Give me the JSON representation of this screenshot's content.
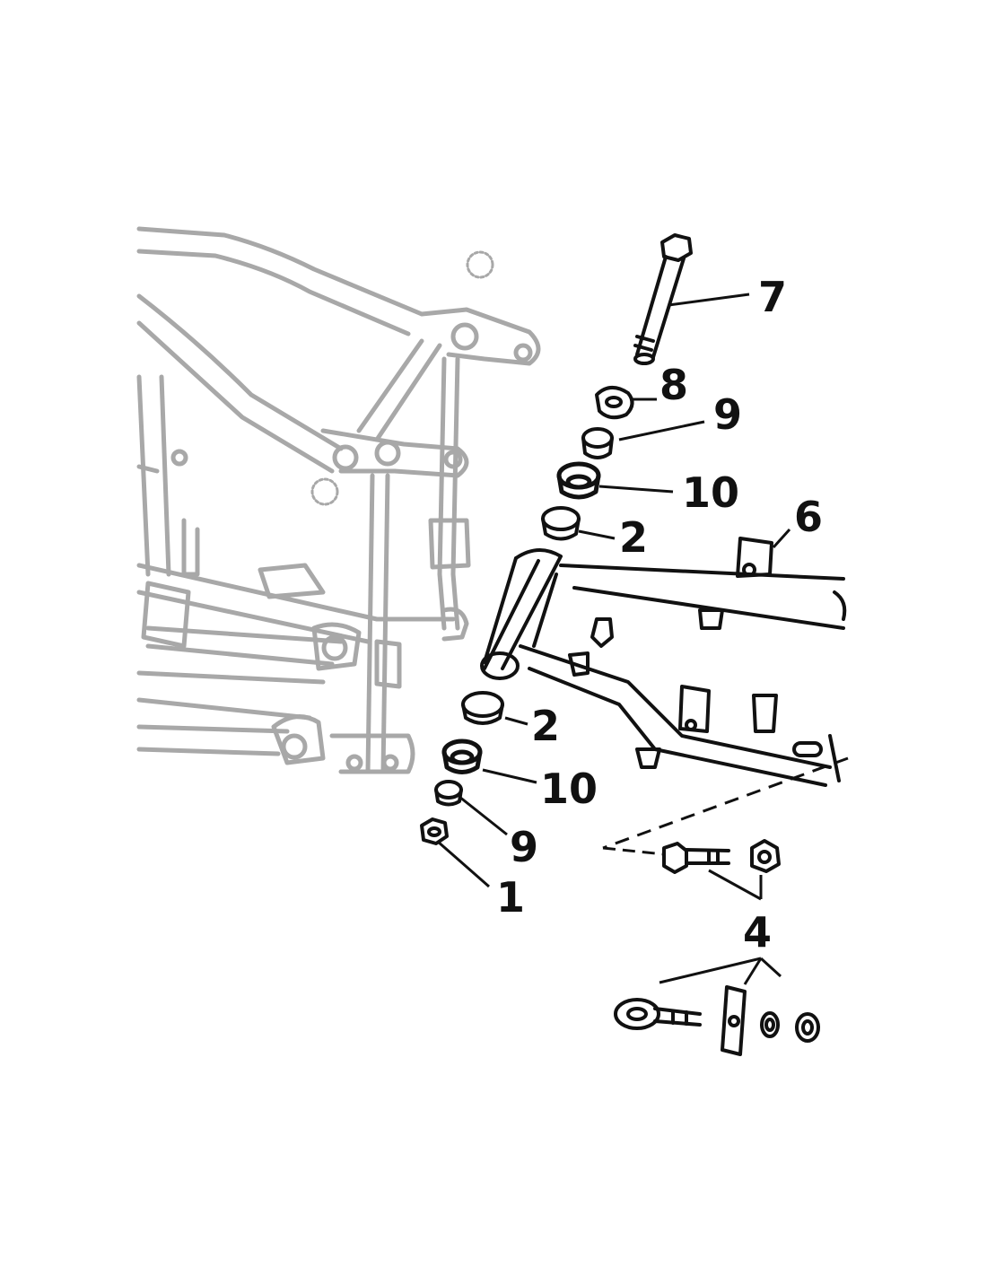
{
  "colors": {
    "background": "#ffffff",
    "line_art": "#111111",
    "frame_ghost": "#a8a8a8"
  },
  "callouts": [
    {
      "id": "c1",
      "text": "1"
    },
    {
      "id": "c2a",
      "text": "2"
    },
    {
      "id": "c2b",
      "text": "2"
    },
    {
      "id": "c4",
      "text": "4"
    },
    {
      "id": "c6",
      "text": "6"
    },
    {
      "id": "c7",
      "text": "7"
    },
    {
      "id": "c8",
      "text": "8"
    },
    {
      "id": "c9a",
      "text": "9"
    },
    {
      "id": "c9b",
      "text": "9"
    },
    {
      "id": "c10a",
      "text": "10"
    },
    {
      "id": "c10b",
      "text": "10"
    }
  ]
}
